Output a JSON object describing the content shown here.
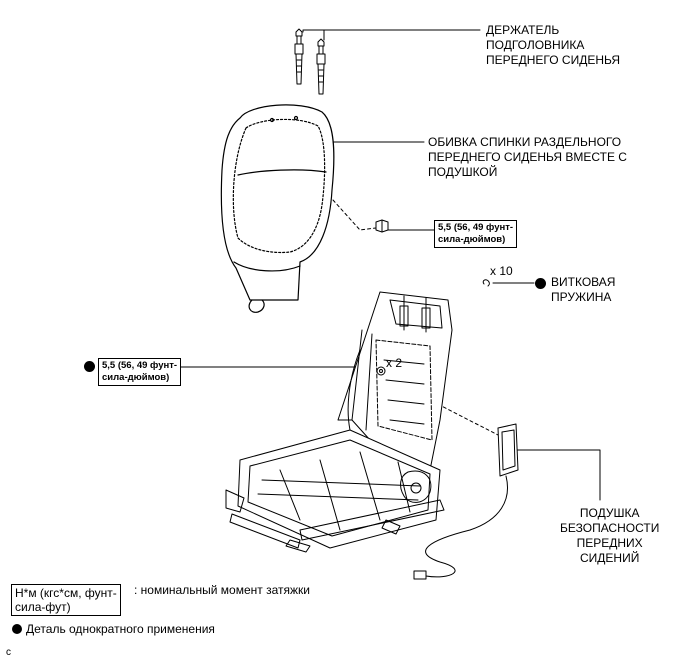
{
  "labels": {
    "headrest_support": [
      "ДЕРЖАТЕЛЬ",
      "ПОДГОЛОВНИКА",
      "ПЕРЕДНЕГО СИДЕНЬЯ"
    ],
    "seatback_cover": [
      "ОБИВКА СПИНКИ РАЗДЕЛЬНОГО",
      "ПЕРЕДНЕГО СИДЕНЬЯ ВМЕСТЕ С",
      "ПОДУШКОЙ"
    ],
    "spring_count": "x 10",
    "coil_spring": [
      "ВИТКОВАЯ",
      "ПРУЖИНА"
    ],
    "nut_count": "x 2",
    "airbag": [
      "ПОДУШКА",
      "БЕЗОПАСНОСТИ",
      "ПЕРЕДНИХ",
      "СИДЕНИЙ"
    ]
  },
  "torque": {
    "upper": [
      "5,5 (56, 49 фунт-",
      "сила-дюймов)"
    ],
    "left": [
      "5,5 (56, 49 фунт-",
      "сила-дюймов)"
    ]
  },
  "legend": {
    "torque_units": [
      "Н*м (кгс*см, фунт-",
      "сила-фут)"
    ],
    "torque_meaning": ": номинальный момент затяжки",
    "non_reusable": "Деталь однократного применения"
  },
  "footer_code": "c"
}
